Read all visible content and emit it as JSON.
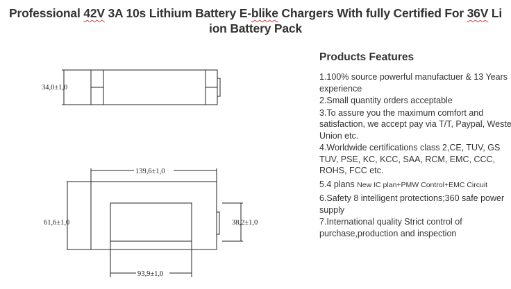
{
  "title": {
    "part1": "Professional ",
    "spell1": "42V",
    "part2": " 3A  10s Lithium Battery E-",
    "spell2": "blike",
    "part3": " Chargers With fully Certified For ",
    "spell3": "36V",
    "part4": "  Li",
    "line2": "ion Battery Pack"
  },
  "drawing": {
    "top_height": "34,0±1,0",
    "length": "139,6±1,0",
    "width": "61,6±1,0",
    "inner_width": "38,2±1,0",
    "inner_length": "93,9±1,0"
  },
  "features": {
    "heading": "Products Features",
    "items": [
      "1.100% source powerful manufactuer & 13 Years experience",
      "2.Small quantity orders acceptable",
      "3.To assure you the maximum comfort and satisfaction, we accept pay via T/T, Paypal, Western Union etc.",
      "4.Worldwide certifications class 2,CE, TUV, GS TUV, PSE, KC, KCC, SAA, RCM, EMC, CCC, ROHS, FCC etc.",
      "5.4 plans ",
      "6.Safety 8 intelligent protections;360 safe power supply",
      "7.International quality Strict control of purchase,production and inspection"
    ],
    "item5_small": "New IC plan+PMW Control+EMC Circuit"
  }
}
